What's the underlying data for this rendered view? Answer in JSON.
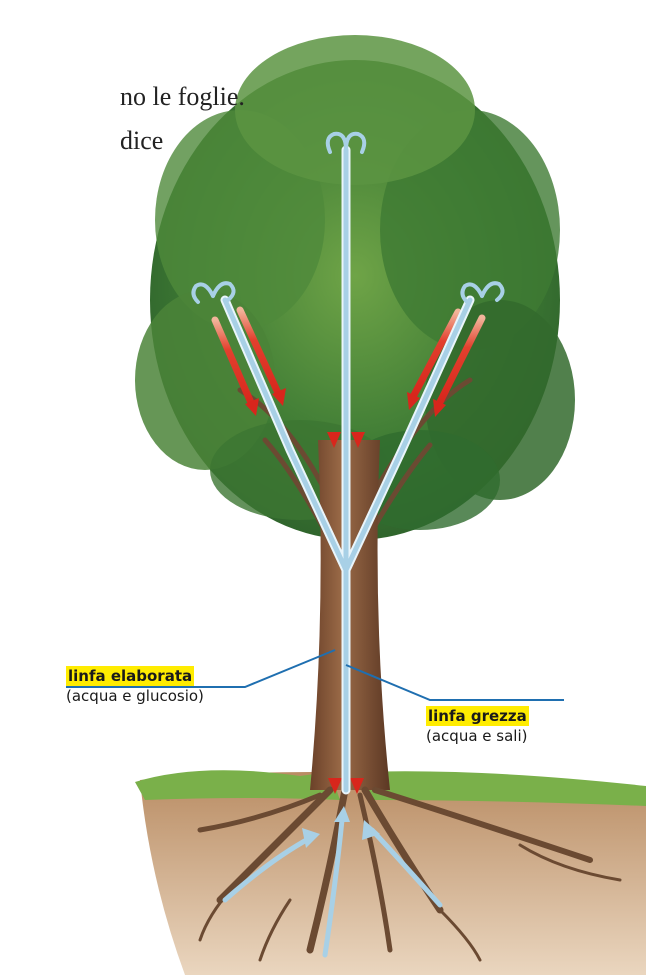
{
  "text": {
    "line1": "no le foglie.",
    "line2": "dice"
  },
  "labels": {
    "elaborata": {
      "title": "linfa elaborata",
      "subtitle": "(acqua e glucosio)"
    },
    "grezza": {
      "title": "linfa grezza",
      "subtitle": "(acqua e sali)"
    }
  },
  "colors": {
    "raw_sap_arrow": "#bcdcec",
    "processed_sap_arrow": "#e03a2e",
    "label_highlight": "#ffec00",
    "leader_line": "#1f6fb0",
    "foliage_dark": "#2f6b2e",
    "foliage_light": "#7fae4c",
    "trunk": "#8a5a3c",
    "soil": "#c8a07a",
    "grass": "#7ab04a"
  }
}
